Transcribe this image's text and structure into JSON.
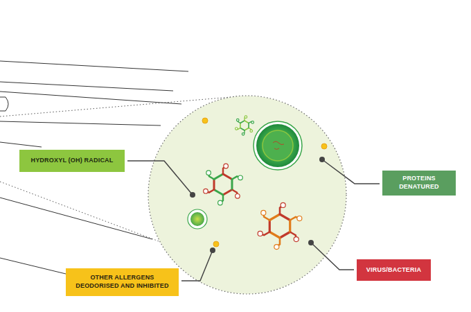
{
  "diagram": {
    "nodes": [
      {
        "text": [
          "HYDROXYL (OH) RADICAL"
        ]
      },
      {
        "text": [
          "PROTEINS DENATURED"
        ]
      },
      {
        "text": [
          "VIRUS/BACTERIA"
        ]
      },
      {
        "text": [
          "OTHER ALLERGENS DEODORISED AND INHIBITED"
        ]
      }
    ]
  }
}
